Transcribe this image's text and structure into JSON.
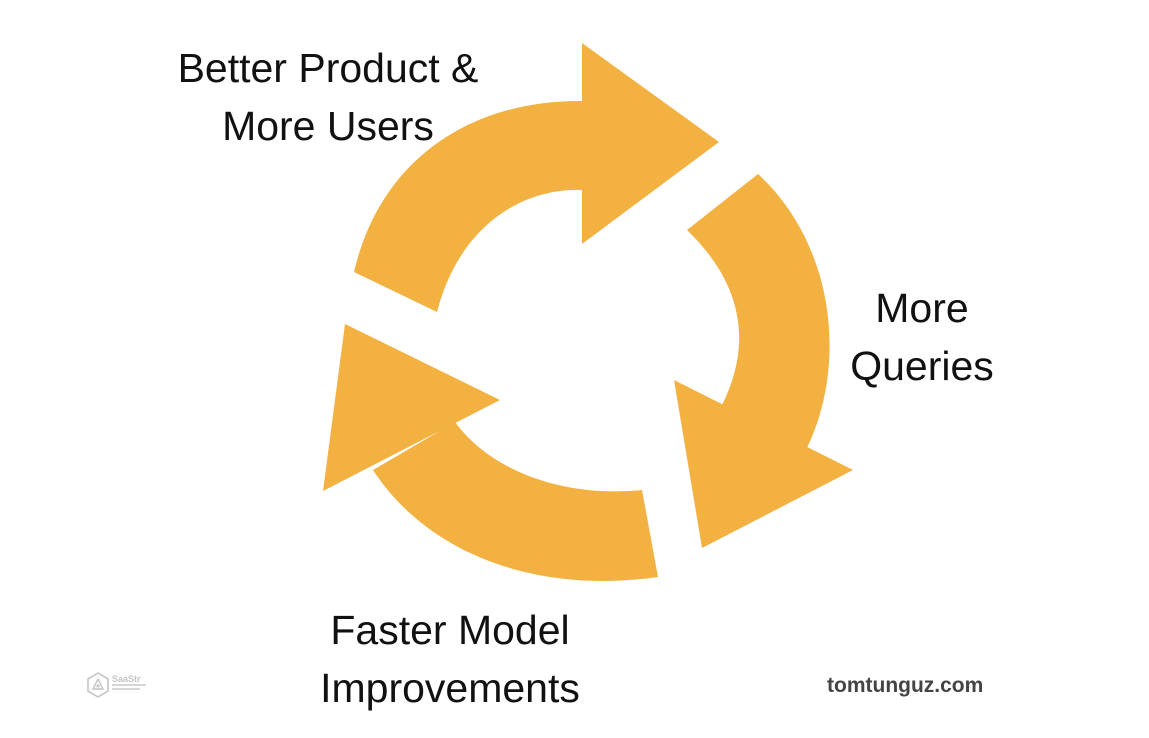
{
  "diagram": {
    "type": "cycle",
    "arrow_color": "#F2B140",
    "steps": [
      {
        "line1": "Better Product &",
        "line2": "More Users"
      },
      {
        "line1": "More",
        "line2": "Queries"
      },
      {
        "line1": "Faster Model",
        "line2": "Improvements"
      }
    ]
  },
  "footer": {
    "site": "tomtunguz.com",
    "logo_left_text": "SaaStr",
    "logo_left_icon": "saastr-logo-icon"
  }
}
